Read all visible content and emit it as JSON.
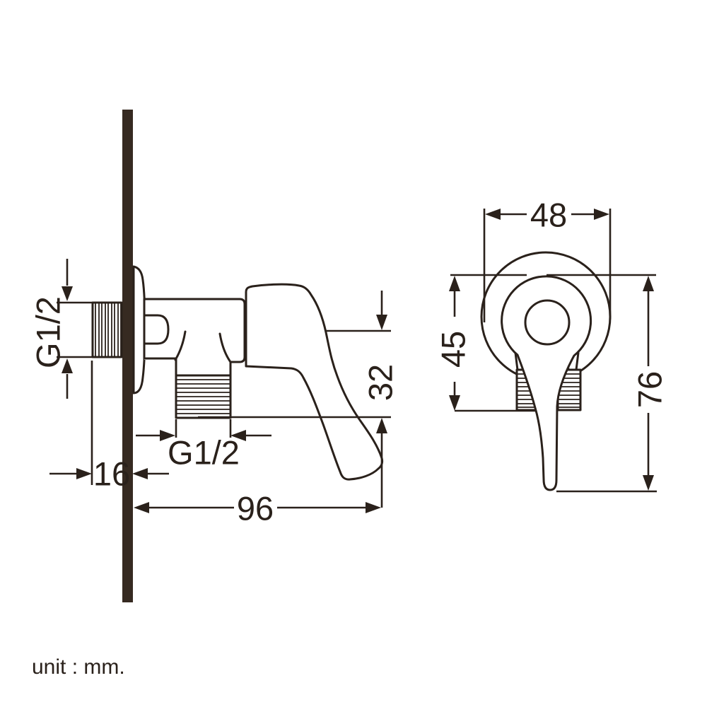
{
  "colors": {
    "ink": "#2a211b",
    "wall": "#362a21",
    "background": "#ffffff"
  },
  "unit_note": "unit : mm.",
  "side_view": {
    "inlet_thread_label": "G1/2",
    "outlet_thread_label": "G1/2",
    "inlet_length": "16",
    "overall_length": "96",
    "spout_drop": "32"
  },
  "front_view": {
    "knob_diameter": "48",
    "flange_to_thread": "45",
    "overall_height": "76"
  }
}
